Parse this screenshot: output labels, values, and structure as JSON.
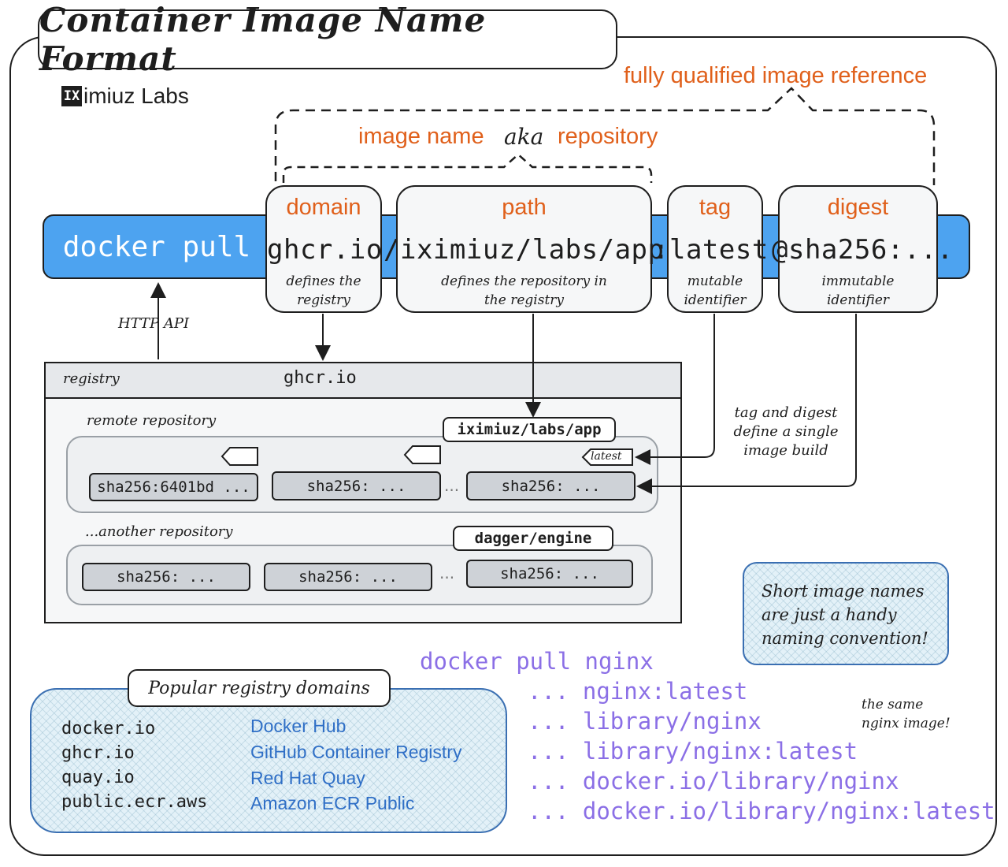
{
  "title": "Container Image Name Format",
  "brand": {
    "mark": "IX",
    "text": "imiuz Labs"
  },
  "labels": {
    "fully_qualified": "fully qualified image reference",
    "image_name": "image name",
    "aka": "aka",
    "repository": "repository"
  },
  "command": "docker pull",
  "segments": {
    "domain": {
      "title": "domain",
      "value": "ghcr.io",
      "desc_line1": "defines the",
      "desc_line2": "registry"
    },
    "path": {
      "title": "path",
      "value": "/iximiuz/labs/app",
      "desc_line1": "defines the repository in",
      "desc_line2": "the registry"
    },
    "tag": {
      "title": "tag",
      "value": ":latest",
      "desc_line1": "mutable",
      "desc_line2": "identifier"
    },
    "digest": {
      "title": "digest",
      "value": "@sha256:...",
      "desc_line1": "immutable",
      "desc_line2": "identifier"
    }
  },
  "http_api": "HTTP API",
  "registry": {
    "label": "registry",
    "domain": "ghcr.io",
    "remote_repo_label": "remote repository",
    "remote_repo_name": "iximiuz/labs/app",
    "remote_digests": [
      "sha256:6401bd ...",
      "sha256:  ...",
      "sha256:  ..."
    ],
    "latest_tag": "latest",
    "another_repo_label": "...another repository",
    "another_repo_name": "dagger/engine",
    "another_digests": [
      "sha256:  ...",
      "sha256:  ...",
      "sha256:  ..."
    ],
    "ellipsis": "..."
  },
  "tag_digest_note": [
    "tag and digest",
    "define a single",
    "image build"
  ],
  "short_note": [
    "Short image names",
    "are just a handy",
    "naming convention!"
  ],
  "popular": {
    "title": "Popular registry domains",
    "items": [
      {
        "domain": "docker.io",
        "name": "Docker Hub"
      },
      {
        "domain": "ghcr.io",
        "name": "GitHub Container Registry"
      },
      {
        "domain": "quay.io",
        "name": "Red Hat Quay"
      },
      {
        "domain": "public.ecr.aws",
        "name": "Amazon ECR Public"
      }
    ]
  },
  "nginx": {
    "command": "docker pull nginx",
    "prefix": "...",
    "variants": [
      "nginx:latest",
      "library/nginx",
      "library/nginx:latest",
      "docker.io/library/nginx",
      "docker.io/library/nginx:latest"
    ],
    "same_note_line1": "the same",
    "same_note_line2": "nginx image!"
  },
  "colors": {
    "accent_blue": "#4da3f0",
    "orange": "#e0601b",
    "purple": "#8b6fe6",
    "link_blue": "#2f6fc6"
  }
}
